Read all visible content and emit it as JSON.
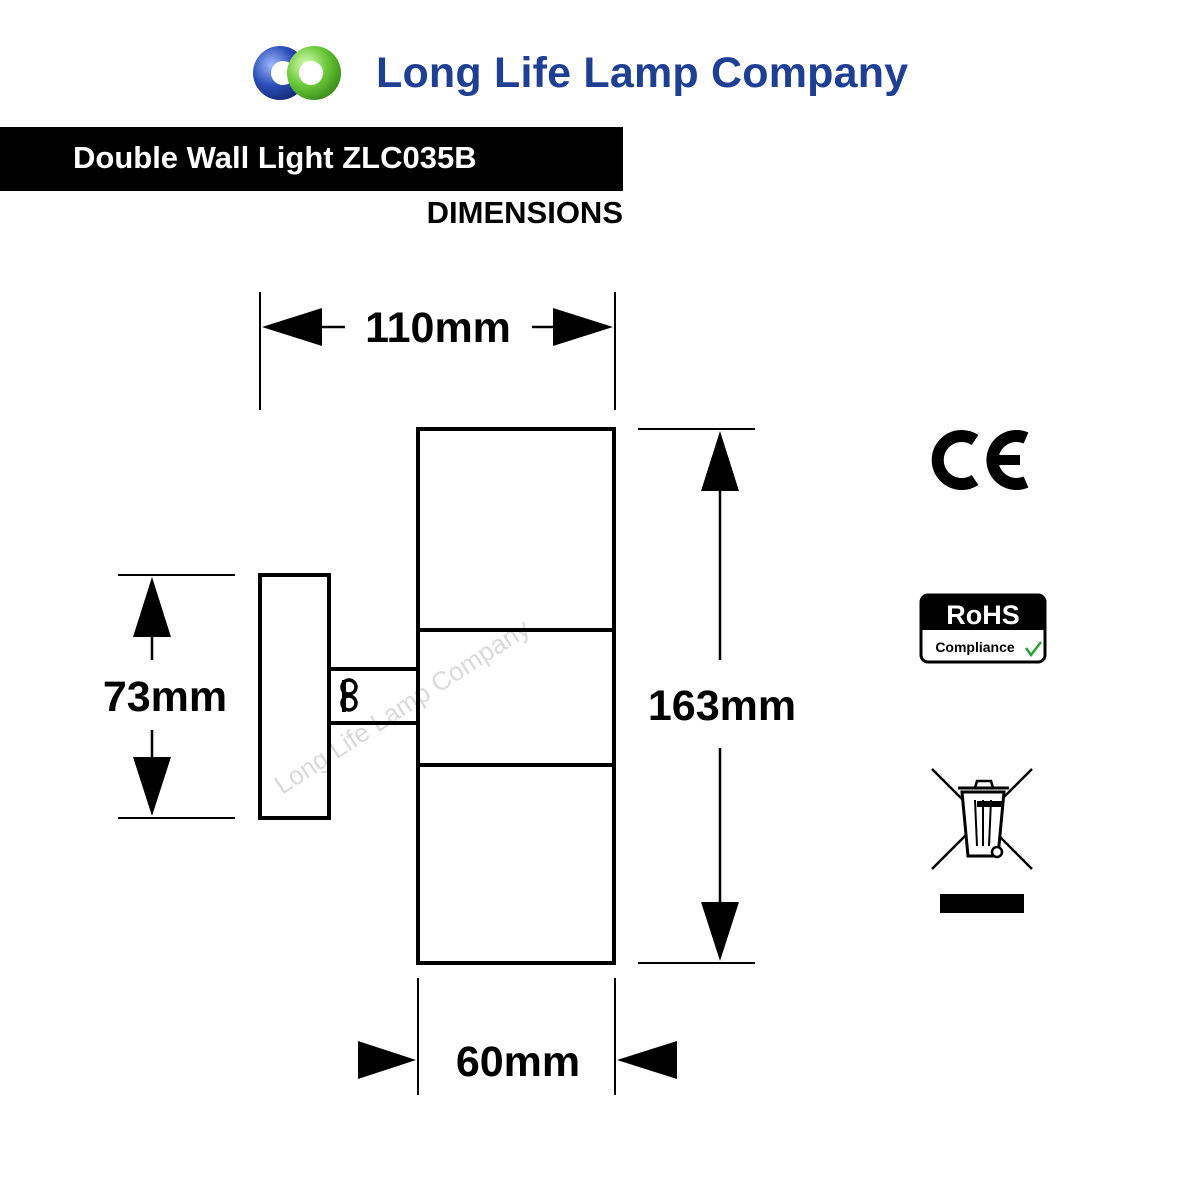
{
  "brand": {
    "name": "Long Life Lamp Company",
    "logo_colors": {
      "blue": "#1f3f94",
      "green": "#6cc83a"
    }
  },
  "product": {
    "title": "Double Wall Light ZLC035B",
    "subtitle": "DIMENSIONS"
  },
  "dimensions": {
    "width_top": "110mm",
    "height": "163mm",
    "plate_height": "73mm",
    "width_bottom": "60mm"
  },
  "watermark": "Long Life Lamp Company",
  "certifications": {
    "ce": "CE",
    "rohs_title": "RoHS",
    "rohs_sub": "Compliance",
    "weee": "weee-bin-icon"
  }
}
